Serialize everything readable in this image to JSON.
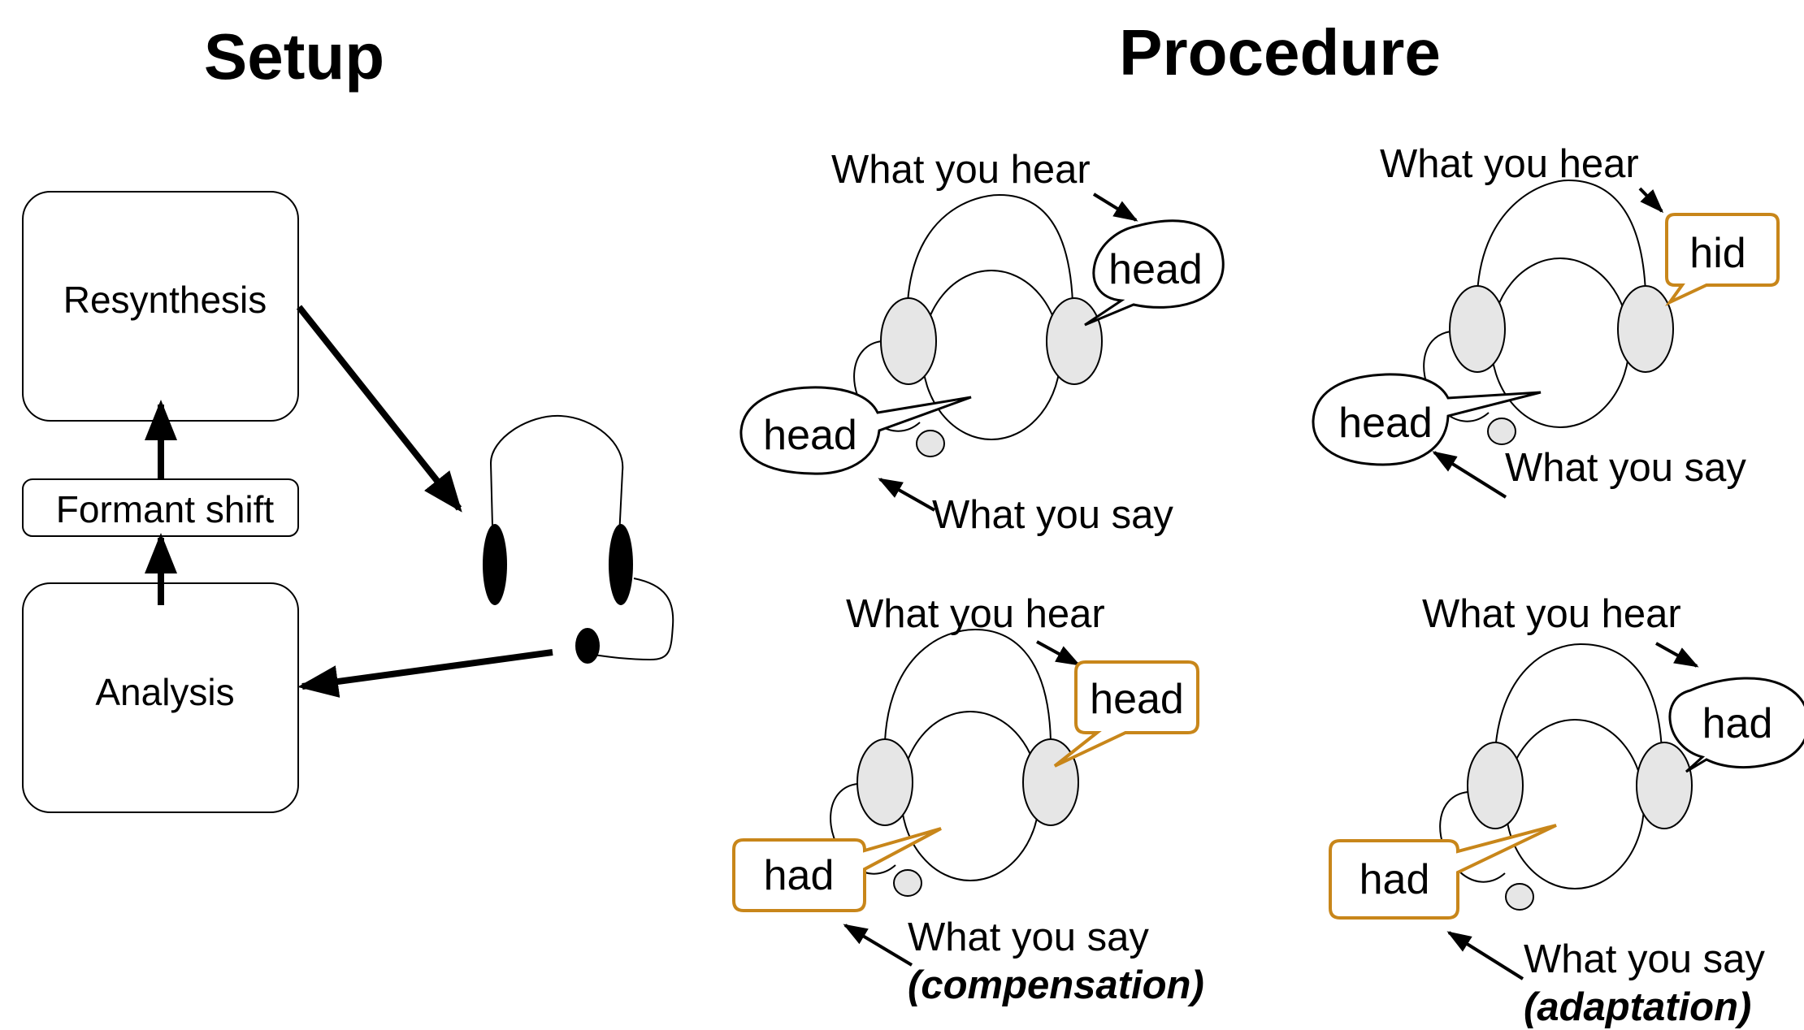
{
  "titles": {
    "setup": "Setup",
    "procedure": "Procedure"
  },
  "setup": {
    "boxes": {
      "resynthesis": "Resynthesis",
      "formant_shift": "Formant shift",
      "analysis": "Analysis"
    }
  },
  "procedure": {
    "panels": [
      {
        "hear_label": "What you hear",
        "say_label": "What you say",
        "heard_word": "head",
        "said_word": "head",
        "note": ""
      },
      {
        "hear_label": "What you hear",
        "say_label": "What you say",
        "heard_word": "hid",
        "said_word": "head",
        "note": ""
      },
      {
        "hear_label": "What you hear",
        "say_label": "What you say",
        "heard_word": "head",
        "said_word": "had",
        "note": "(compensation)"
      },
      {
        "hear_label": "What you hear",
        "say_label": "What you say",
        "heard_word": "had",
        "said_word": "had",
        "note": "(adaptation)"
      }
    ]
  },
  "colors": {
    "highlight": "#c8861a",
    "cushion": "#e6e6e6",
    "ink": "#000000"
  }
}
